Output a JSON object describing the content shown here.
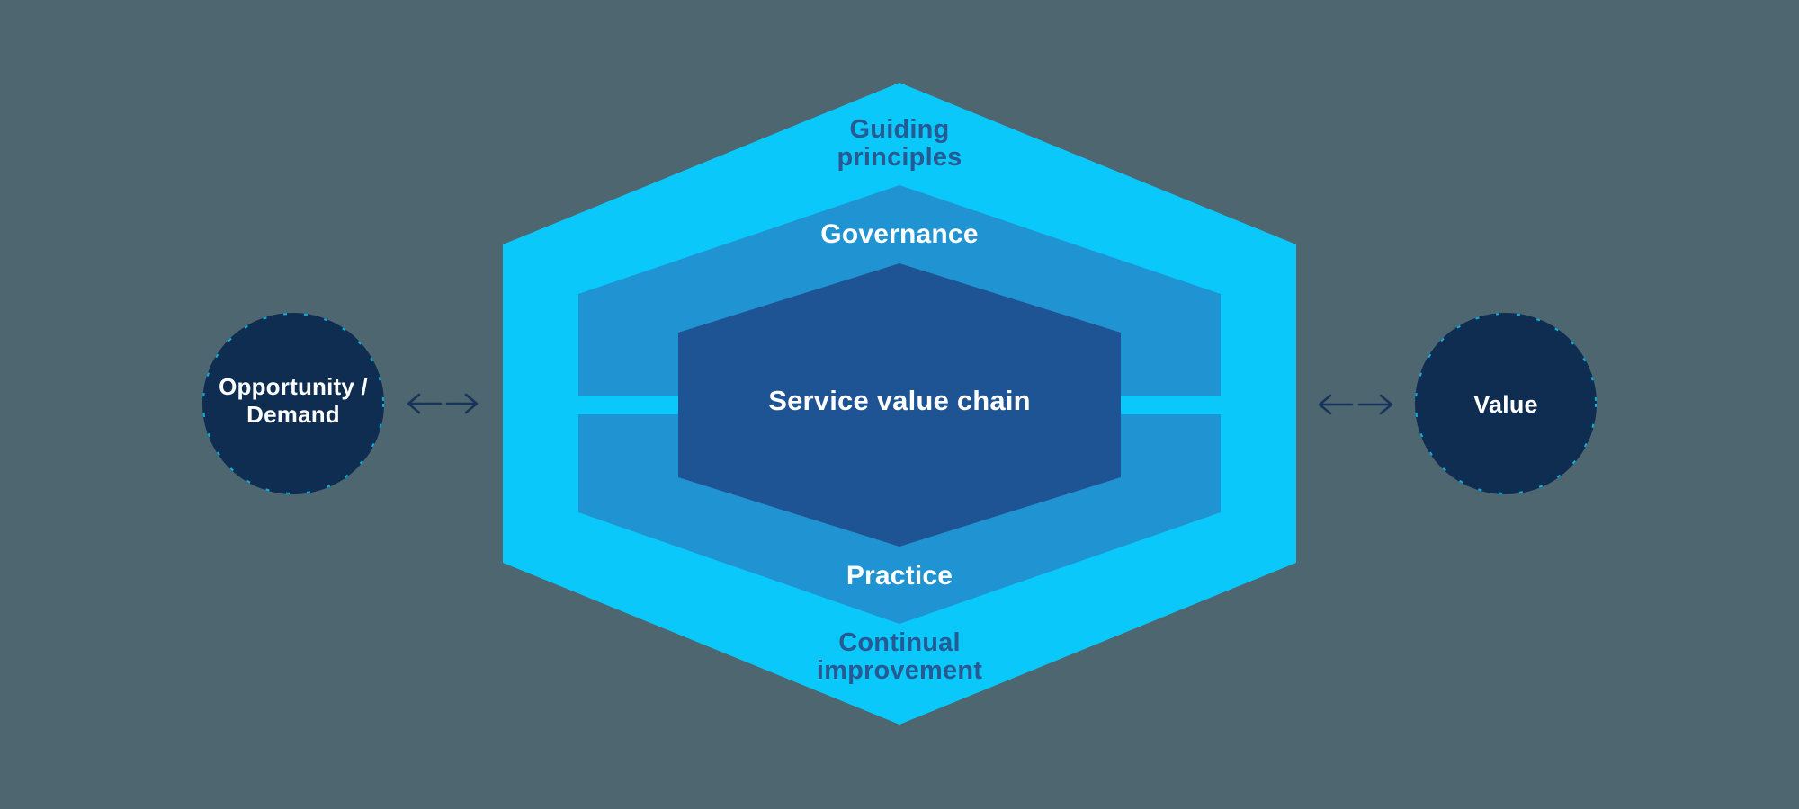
{
  "colors": {
    "background": "#4d6670",
    "outer_hexagon": "#0ac8fa",
    "middle_hexagon": "#2093d2",
    "inner_hexagon": "#1f5494",
    "circle_fill": "#0e2d51",
    "circle_dash": "#0ac8fa",
    "navy_text": "#275a93",
    "white_text": "#ffffff",
    "arrow": "#16335a"
  },
  "diagram": {
    "guiding_principles": {
      "lines": [
        "Guiding",
        "principles"
      ]
    },
    "governance": {
      "label": "Governance"
    },
    "service_value_chain": {
      "label": "Service value chain"
    },
    "practice": {
      "label": "Practice"
    },
    "continual_improvement": {
      "lines": [
        "Continual",
        "improvement"
      ]
    },
    "opportunity_demand": {
      "lines": [
        "Opportunity /",
        "Demand"
      ]
    },
    "value": {
      "label": "Value"
    }
  }
}
